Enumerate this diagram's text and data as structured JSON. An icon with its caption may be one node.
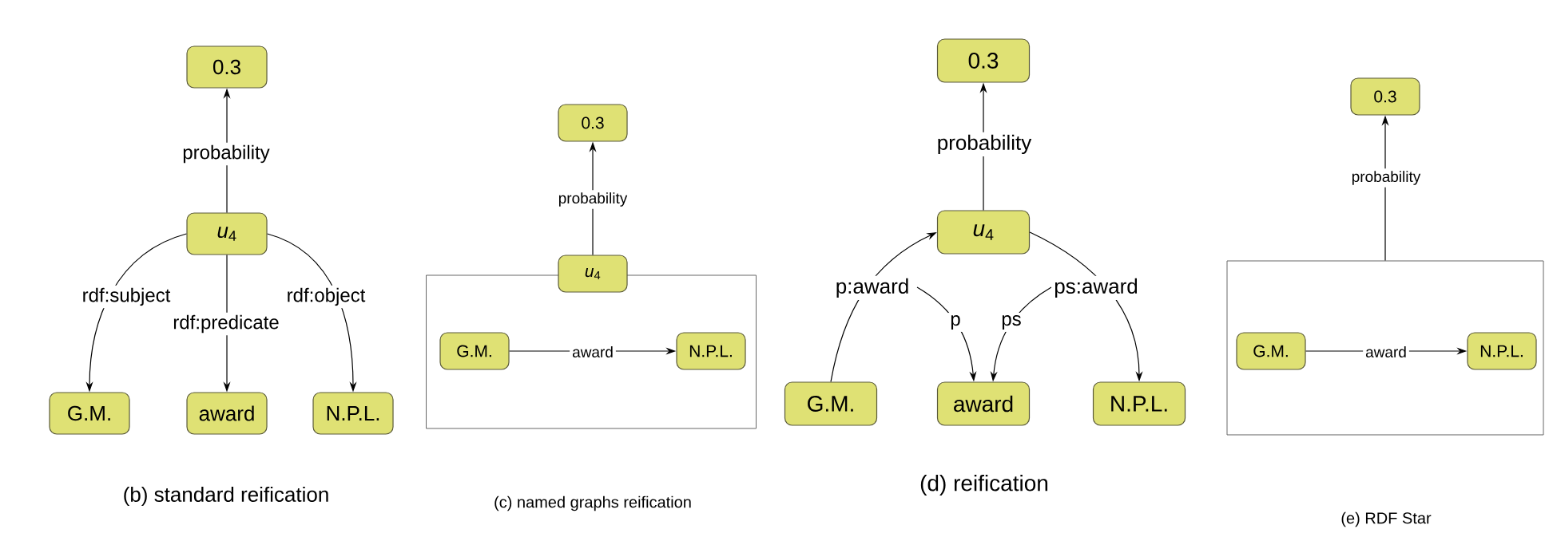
{
  "diagram": {
    "nodes": [
      {
        "text": [
          "0.3"
        ]
      },
      {
        "text": [
          "*u*$_{4}$"
        ]
      },
      {
        "text": [
          "G.M."
        ]
      },
      {
        "text": [
          "award"
        ]
      },
      {
        "text": [
          "N.P.L."
        ]
      },
      {
        "text": [
          "0.3"
        ]
      },
      {
        "text": [],
        "shape": "box"
      },
      {
        "text": [
          "*u*$_{4}$"
        ]
      },
      {
        "text": [
          "G.M."
        ],
        "in": 6
      },
      {
        "text": [
          "N.P.L."
        ],
        "in": 6
      },
      {
        "text": [
          "0.3"
        ]
      },
      {
        "text": [
          "*u*$_{4}$"
        ]
      },
      {
        "text": [
          "G.M."
        ]
      },
      {
        "text": [
          "award"
        ]
      },
      {
        "text": [
          "N.P.L."
        ]
      },
      {
        "text": [
          "0.3"
        ]
      },
      {
        "text": [],
        "shape": "box"
      },
      {
        "text": [
          "G.M."
        ],
        "in": 16
      },
      {
        "text": [
          "N.P.L."
        ],
        "in": 16
      }
    ],
    "edges": [
      {
        "from": 1,
        "to": 0,
        "arrow": "to",
        "label": "probability"
      },
      {
        "from": 1,
        "to": 2,
        "arrow": "to",
        "label": "rdf:subject"
      },
      {
        "from": 1,
        "to": 3,
        "arrow": "to",
        "label": "rdf:predicate"
      },
      {
        "from": 1,
        "to": 4,
        "arrow": "to",
        "label": "rdf:object"
      },
      {
        "from": 7,
        "to": 5,
        "arrow": "to",
        "label": "probability"
      },
      {
        "from": 8,
        "to": 9,
        "arrow": "to",
        "label": "award"
      },
      {
        "from": 11,
        "to": 10,
        "arrow": "to",
        "label": "probability"
      },
      {
        "from": 12,
        "to": 11,
        "arrow": "to",
        "label": "p:award"
      },
      {
        "from": 11,
        "to": 14,
        "arrow": "to",
        "label": "ps:award"
      },
      {
        "from": null,
        "to": 13,
        "arrow": "to",
        "label": "p"
      },
      {
        "from": null,
        "to": 13,
        "arrow": "to",
        "label": "ps"
      },
      {
        "from": 16,
        "to": 15,
        "arrow": "to",
        "label": "probability"
      },
      {
        "from": 17,
        "to": 18,
        "arrow": "to",
        "label": "award"
      }
    ],
    "labels": [
      "(b) standard reification",
      "(c) named graphs reification",
      "(d) reification",
      "(e) RDF Star"
    ]
  }
}
